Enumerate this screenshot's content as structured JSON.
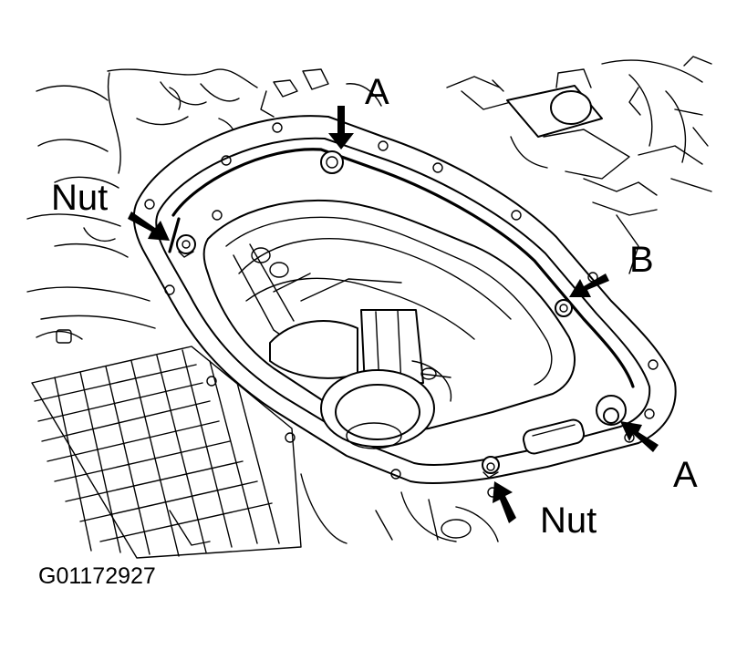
{
  "labels": {
    "a_top": "A",
    "a_bottom": "A",
    "b": "B",
    "nut_left": "Nut",
    "nut_bottom": "Nut"
  },
  "figure_id": "G01172927"
}
